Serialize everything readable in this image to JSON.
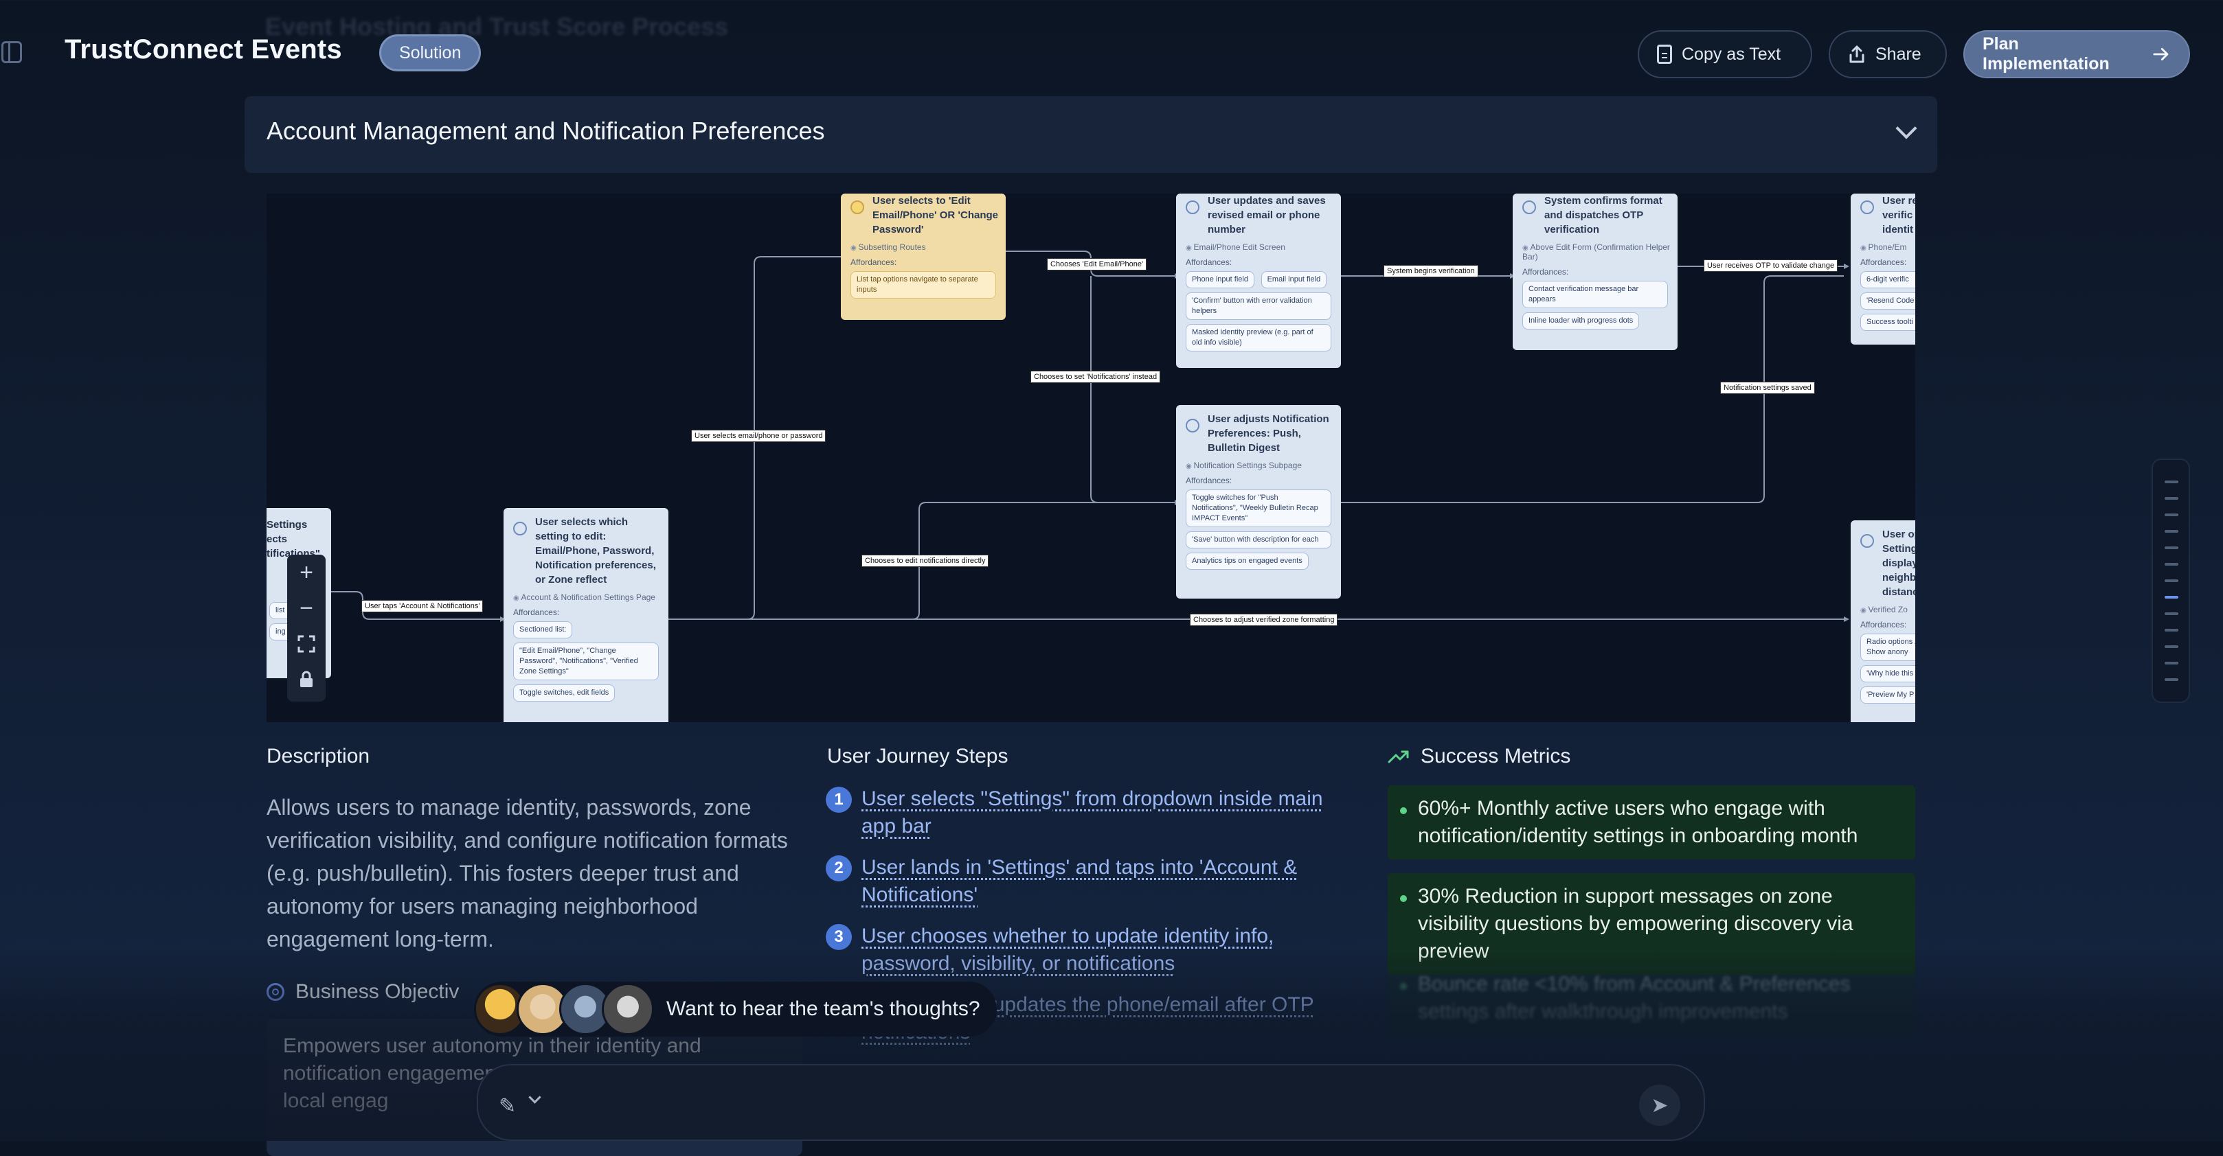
{
  "app": {
    "title": "TrustConnect Events",
    "mode_pill": "Solution",
    "ghost_section": "Event Hosting and Trust Score Process"
  },
  "actions": {
    "copy": "Copy as Text",
    "share": "Share",
    "plan": "Plan Implementation"
  },
  "section": {
    "title": "Account Management and Notification Preferences"
  },
  "flow": {
    "affordances_label": "Affordances:",
    "nodes": {
      "settings_partial": {
        "title": "Settings ects tifications\"",
        "chip1": "list it",
        "chip2": "ing a"
      },
      "select_setting": {
        "title": "User selects which setting to edit: Email/Phone, Password, Notification preferences, or Zone reflect",
        "route": "Account & Notification Settings Page",
        "chips": [
          "Sectioned list:",
          "\"Edit Email/Phone\", \"Change Password\", \"Notifications\", \"Verified Zone Settings\"",
          "Toggle switches, edit fields"
        ]
      },
      "edit_email": {
        "title": "User selects to 'Edit Email/Phone' OR 'Change Password'",
        "route": "Subsetting Routes",
        "chips": [
          "List tap options navigate to separate inputs"
        ]
      },
      "update_email": {
        "title": "User updates and saves revised email or phone number",
        "route": "Email/Phone Edit Screen",
        "chips": [
          "Phone input field",
          "Email input field",
          "'Confirm' button with error validation helpers",
          "Masked identity preview (e.g. part of old info visible)"
        ]
      },
      "confirm_otp": {
        "title": "System confirms format and dispatches OTP verification",
        "route": "Above Edit Form (Confirmation Helper Bar)",
        "chips": [
          "Contact verification message bar appears",
          "Inline loader with progress dots"
        ]
      },
      "receive_partial": {
        "title": "User re verific identit",
        "route": "Phone/Em",
        "chips": [
          "6-digit verific",
          "'Resend Code",
          "Success toolti"
        ]
      },
      "notif_prefs": {
        "title": "User adjusts Notification Preferences: Push, Bulletin Digest",
        "route": "Notification Settings Subpage",
        "chips": [
          "Toggle switches for \"Push Notifications\", \"Weekly Bulletin Recap IMPACT Events\"",
          "'Save' button with description for each",
          "Analytics tips on engaged events"
        ]
      },
      "zone_partial": {
        "title": "User op Setting display neighb distanc",
        "route": "Verified Zo",
        "chips": [
          "Radio options / Show anony",
          "'Why hide this",
          "'Preview My P"
        ]
      }
    },
    "edges": {
      "taps_account": "User taps 'Account & Notifications'",
      "selects_email": "User selects email/phone or password",
      "chooses_edit": "Chooses 'Edit Email/Phone'",
      "chooses_notif_instead": "Chooses to set 'Notifications' instead",
      "begins_verification": "System begins verification",
      "receives_otp": "User receives OTP to validate change",
      "notif_saved": "Notification settings saved",
      "edit_notif_directly": "Chooses to edit notifications directly",
      "adjust_zone": "Chooses to adjust verified zone formatting"
    }
  },
  "description": {
    "heading": "Description",
    "text": "Allows users to manage identity, passwords, zone verification visibility, and configure notification formats (e.g. push/bulletin). This fosters deeper trust and autonomy for users managing neighborhood engagement long-term."
  },
  "business": {
    "heading": "Business Objectiv",
    "text": "Empowers user autonomy in their identity and notification engagement transparency and c backed local engag"
  },
  "journey": {
    "heading": "User Journey Steps",
    "steps": [
      {
        "n": "1",
        "text": "User selects \"Settings\" from dropdown inside main app bar"
      },
      {
        "n": "2",
        "text": "User lands in 'Settings' and taps into 'Account & Notifications'"
      },
      {
        "n": "3",
        "text": "User chooses whether to update identity info, password, visibility, or notifications"
      },
      {
        "n": "4",
        "text": "User chooses updates the phone/email after OTP notifications"
      }
    ]
  },
  "metrics": {
    "heading": "Success Metrics",
    "items": [
      "60%+ Monthly active users who engage with notification/identity settings in onboarding month",
      "30% Reduction in support messages on zone visibility questions by empowering discovery via preview",
      "Bounce rate <10% from Account & Preferences settings after walkthrough improvements"
    ]
  },
  "team": {
    "prompt": "Want to hear the team's thoughts?"
  },
  "colors": {
    "accent": "#4a78d8",
    "node": "#dbe4f1",
    "node_highlight": "#f1dca7",
    "metric_bg": "#12301f"
  }
}
